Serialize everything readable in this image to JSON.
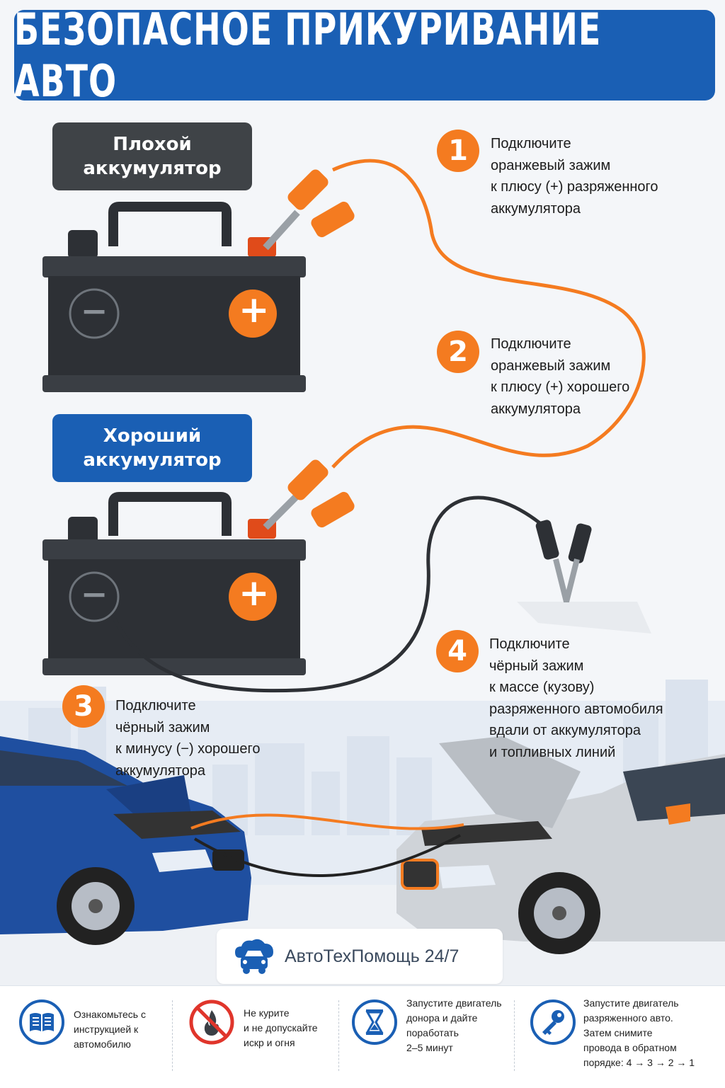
{
  "title": "БЕЗОПАСНОЕ ПРИКУРИВАНИЕ АВТО",
  "bad_battery_label": "Плохой\nаккумулятор",
  "good_battery_label": "Хороший\nаккумулятор",
  "battery_signs": {
    "minus": "−",
    "plus": "+"
  },
  "steps": [
    {
      "number": "1",
      "text": "Подключите\nоранжевый зажим\nк плюсу (+) разряженного\nаккумулятора"
    },
    {
      "number": "2",
      "text": "Подключите\nоранжевый зажим\nк плюсу (+) хорошего\nаккумулятора"
    },
    {
      "number": "3",
      "text": "Подключите\nчёрный зажим\nк минусу (−) хорошего\nаккумулятора"
    },
    {
      "number": "4",
      "text": "Подключите\nчёрный зажим\nк массе (кузову)\nразряженного автомобиля\nвдали от аккумулятора\nи топливных линий"
    }
  ],
  "brand": {
    "name": "АвтоТехПомощь 24/7",
    "icon": "car-cloud-icon"
  },
  "tips": [
    {
      "icon": "book-icon",
      "text": "Ознакомьтесь с\nинструкцией к\nавтомобилю"
    },
    {
      "icon": "no-fire-icon",
      "text": "Не курите\nи не допускайте\nискр и огня"
    },
    {
      "icon": "hourglass-icon",
      "text": "Запустите двигатель\nдонора и дайте\nпоработать\n2–5 минут"
    },
    {
      "icon": "key-icon",
      "text": "Запустите двигатель\nразряженного авто.\nЗатем снимите\nпровода в обратном\nпорядке: 4 → 3 → 2 → 1"
    }
  ],
  "colors": {
    "blue": "#1a5fb4",
    "orange": "#f47b20",
    "dark": "#3f4347",
    "battery": "#2d3035"
  }
}
